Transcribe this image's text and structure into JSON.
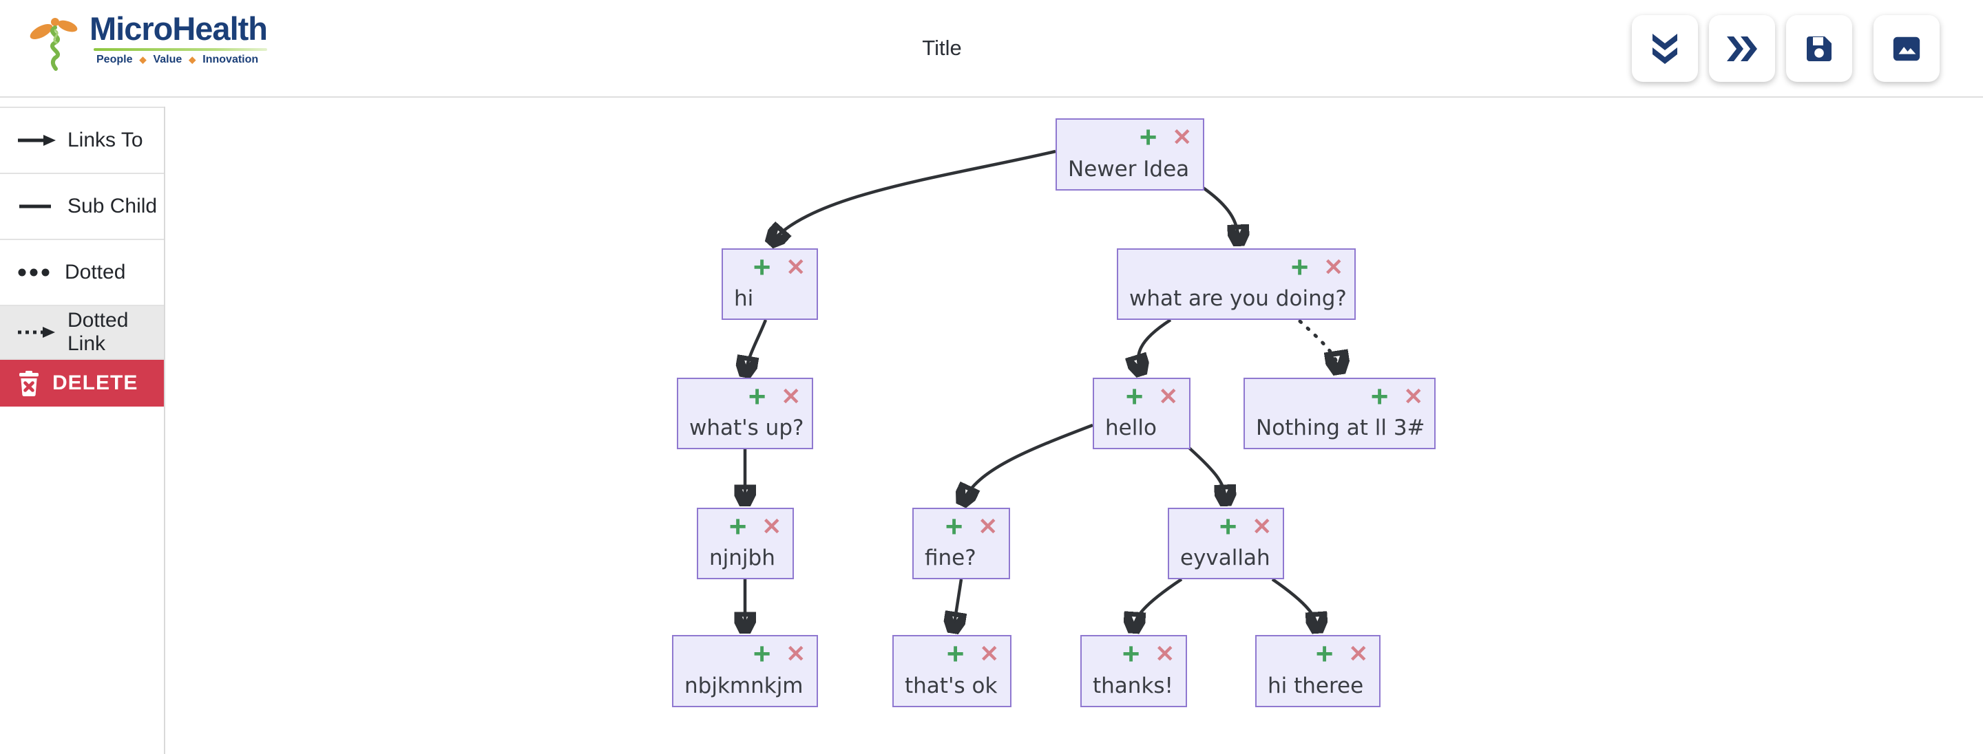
{
  "header": {
    "brand": "MicroHealth",
    "tagline_words": [
      "People",
      "Value",
      "Innovation"
    ],
    "tagline_separator": "◆",
    "title": "Title",
    "toolbar": [
      {
        "name": "collapse",
        "icon": "double-chevron-down-icon"
      },
      {
        "name": "expand",
        "icon": "double-chevron-right-icon"
      },
      {
        "name": "save",
        "icon": "save-icon"
      },
      {
        "name": "export-image",
        "icon": "image-icon"
      }
    ]
  },
  "sidebar": {
    "legend": [
      {
        "label": "Links To",
        "icon": "solid-arrow-icon",
        "selected": false
      },
      {
        "label": "Sub Child",
        "icon": "solid-line-icon",
        "selected": false
      },
      {
        "label": "Dotted",
        "icon": "three-dots-icon",
        "selected": false
      },
      {
        "label": "Dotted Link",
        "icon": "dotted-arrow-icon",
        "selected": true
      }
    ],
    "delete_label": "DELETE"
  },
  "node_controls": {
    "add_glyph": "+",
    "delete_glyph": "✕"
  },
  "tree": {
    "nodes": [
      {
        "label": "Newer Idea"
      },
      {
        "label": "hi"
      },
      {
        "label": "what are you doing?"
      },
      {
        "label": "what's up?"
      },
      {
        "label": "hello"
      },
      {
        "label": "Nothing at ll 3#"
      },
      {
        "label": "njnjbh"
      },
      {
        "label": "fine?"
      },
      {
        "label": "eyvallah"
      },
      {
        "label": "nbjkmnkjm"
      },
      {
        "label": "that's ok"
      },
      {
        "label": "thanks!"
      },
      {
        "label": "hi theree"
      }
    ],
    "edges": [
      {
        "from": "Newer Idea",
        "to": "hi",
        "type": "link-arrow"
      },
      {
        "from": "Newer Idea",
        "to": "what are you doing?",
        "type": "link-arrow"
      },
      {
        "from": "hi",
        "to": "what's up?",
        "type": "link-arrow"
      },
      {
        "from": "what's up?",
        "to": "njnjbh",
        "type": "link-arrow"
      },
      {
        "from": "njnjbh",
        "to": "nbjkmnkjm",
        "type": "link-arrow"
      },
      {
        "from": "what are you doing?",
        "to": "hello",
        "type": "link-arrow"
      },
      {
        "from": "what are you doing?",
        "to": "Nothing at ll 3#",
        "type": "dotted-link-arrow"
      },
      {
        "from": "hello",
        "to": "fine?",
        "type": "link-arrow"
      },
      {
        "from": "hello",
        "to": "eyvallah",
        "type": "link-arrow"
      },
      {
        "from": "fine?",
        "to": "that's ok",
        "type": "link-arrow"
      },
      {
        "from": "eyvallah",
        "to": "thanks!",
        "type": "link-arrow"
      },
      {
        "from": "eyvallah",
        "to": "hi theree",
        "type": "link-arrow"
      }
    ]
  },
  "colors": {
    "node_fill": "#ecebfb",
    "node_border": "#8f78d0",
    "link": "#2f3236",
    "add_green": "#44a05c",
    "delete_pink": "#d5808a",
    "brand_navy": "#1b3f78",
    "delete_red": "#d23b4e",
    "selected_gray": "#e9e9e9"
  }
}
